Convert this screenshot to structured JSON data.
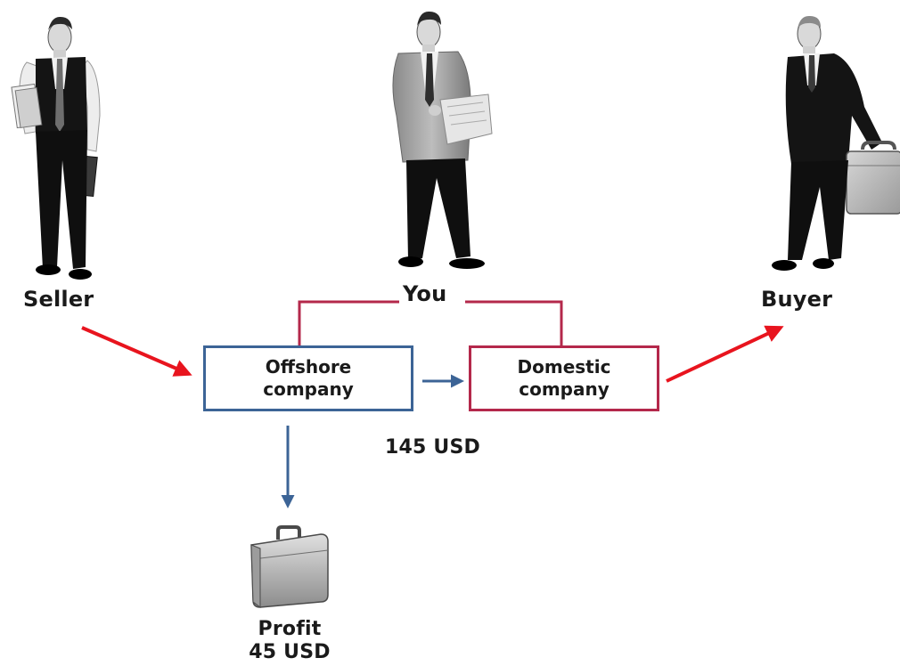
{
  "people": {
    "seller": {
      "label": "Seller",
      "icon": "businessman-with-folders-icon"
    },
    "you": {
      "label": "You",
      "icon": "businessman-reading-document-icon"
    },
    "buyer": {
      "label": "Buyer",
      "icon": "businessman-with-briefcase-icon"
    }
  },
  "companies": {
    "offshore": {
      "line1": "Offshore",
      "line2": "company",
      "color": "#3c6496"
    },
    "domestic": {
      "line1": "Domestic",
      "line2": "company",
      "color": "#b4284b"
    }
  },
  "transfer_amount": "145 USD",
  "profit": {
    "line1": "Profit",
    "line2": "45 USD",
    "icon": "briefcase-icon"
  },
  "colors": {
    "red_arrow": "#e8141e",
    "blue_arrow": "#3c6496",
    "control_line": "#b4284b"
  }
}
